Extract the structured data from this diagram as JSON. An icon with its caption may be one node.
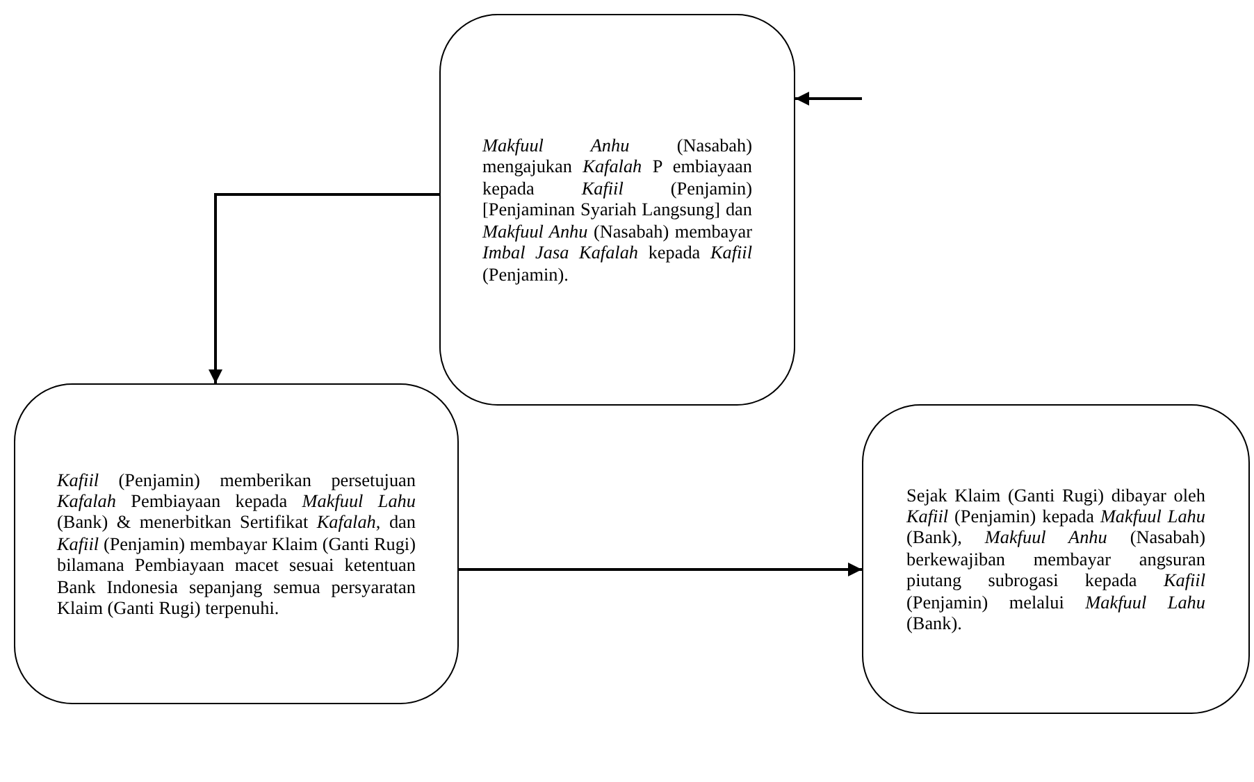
{
  "diagram": {
    "nodes": [
      {
        "text": [
          "*Makfuul Anhu* (Nasabah) mengajukan *Kafalah* P embiayaan kepada *Kafiil* (Penjamin) [Penjaminan Syariah Langsung] dan *Makfuul Anhu* (Nasabah) membayar *Imbal Jasa Kafalah* kepada *Kafiil* (Penjamin)."
        ]
      },
      {
        "text": [
          "*Kafiil* (Penjamin) memberikan persetujuan *Kafalah* Pembiayaan kepada *Makfuul Lahu* (Bank) & menerbitkan Sertifikat *Kafalah*, dan *Kafiil* (Penjamin) membayar Klaim (Ganti Rugi) bilamana Pembiayaan macet sesuai ketentuan Bank Indonesia sepanjang semua persyaratan Klaim (Ganti Rugi) terpenuhi."
        ]
      },
      {
        "text": [
          "Sejak Klaim (Ganti Rugi) dibayar oleh *Kafiil* (Penjamin) kepada *Makfuul Lahu* (Bank), *Makfuul Anhu* (Nasabah) berkewajiban membayar angsuran piutang subrogasi kepada *Kafiil* (Penjamin) melalui *Makfuul Lahu* (Bank)."
        ]
      }
    ],
    "edges": [
      {
        "from": null,
        "to": 0,
        "arrow": "to"
      },
      {
        "from": 0,
        "to": 1,
        "arrow": "to"
      },
      {
        "from": 1,
        "to": 2,
        "arrow": "to"
      }
    ]
  }
}
